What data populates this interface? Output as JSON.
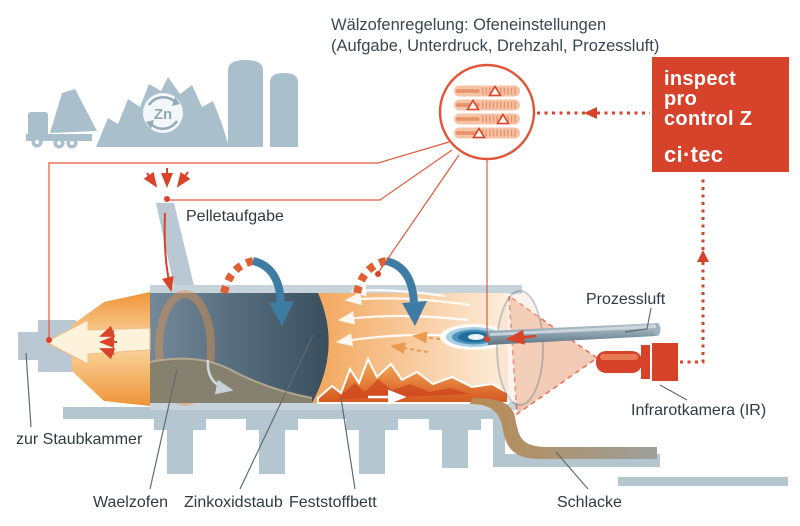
{
  "title": {
    "line1": "Wälzofenregelung: Ofeneinstellungen",
    "line2": "(Aufgabe, Unterdruck, Drehzahl, Prozessluft)"
  },
  "logo": {
    "product": [
      "inspect",
      "pro",
      "control Z"
    ],
    "brand": "ci·tec"
  },
  "settings_panel": {
    "rows": 4
  },
  "labels": {
    "pellet_feed": "Pelletaufgabe",
    "to_dust_chamber": "zur Staubkammer",
    "kiln": "Waelzofen",
    "zinc_oxide_dust": "Zinkoxidstaub",
    "solid_bed": "Feststoffbett",
    "slag": "Schlacke",
    "process_air": "Prozessluft",
    "ir_camera": "Infrarotkamera (IR)",
    "zn": "Zn"
  },
  "colors": {
    "accent_red": "#d6432a",
    "line_red": "#e05a3c",
    "silhouette": "#a9bfcb",
    "steel_blue": "#3e7ca3",
    "kiln_orange": "#ea8128",
    "slag_brown": "#b98a52",
    "text": "#2e3b44"
  }
}
